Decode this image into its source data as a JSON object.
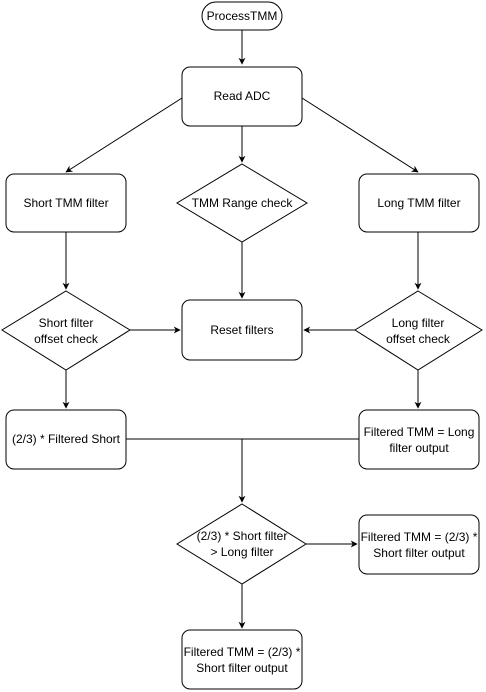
{
  "nodes": {
    "start": {
      "lines": [
        "ProcessTMM"
      ]
    },
    "read_adc": {
      "lines": [
        "Read ADC"
      ]
    },
    "short_filter": {
      "lines": [
        "Short TMM filter"
      ]
    },
    "range_check": {
      "lines": [
        "TMM Range check"
      ]
    },
    "long_filter": {
      "lines": [
        "Long TMM filter"
      ]
    },
    "short_offset": {
      "lines": [
        "Short filter",
        "offset check"
      ]
    },
    "reset": {
      "lines": [
        "Reset filters"
      ]
    },
    "long_offset": {
      "lines": [
        "Long filter",
        "offset check"
      ]
    },
    "filtered_short": {
      "lines": [
        "(2/3) * Filtered Short"
      ]
    },
    "long_output": {
      "lines": [
        "Filtered TMM = Long",
        "filter output"
      ]
    },
    "compare": {
      "lines": [
        "(2/3) * Short filter",
        "> Long filter"
      ]
    },
    "right_output": {
      "lines": [
        "Filtered TMM = (2/3) *",
        "Short filter output"
      ]
    },
    "bottom_output": {
      "lines": [
        "Filtered TMM = (2/3) *",
        "Short filter output"
      ]
    }
  }
}
